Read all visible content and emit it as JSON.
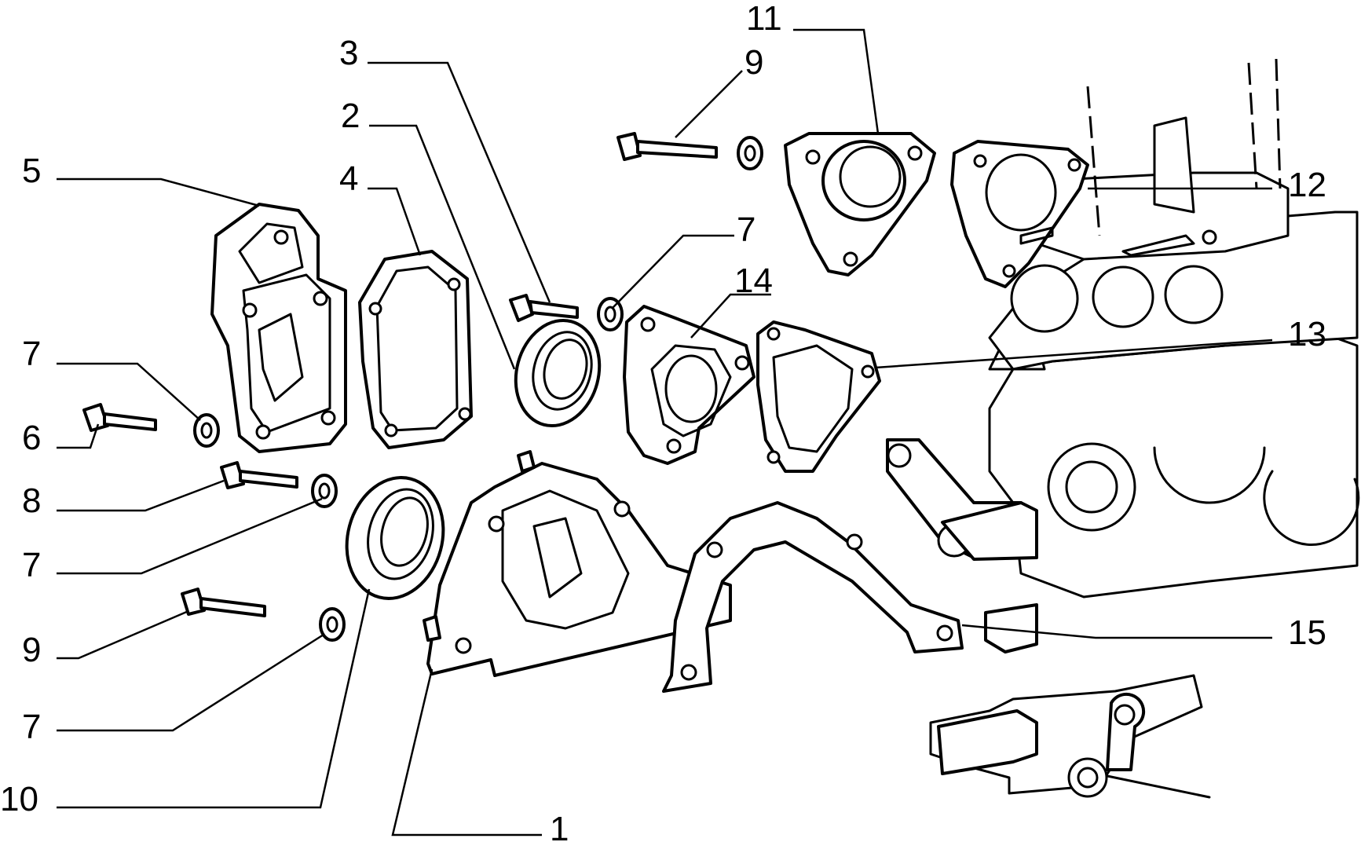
{
  "callouts": [
    {
      "id": "c1",
      "label": "1"
    },
    {
      "id": "c2",
      "label": "2"
    },
    {
      "id": "c3",
      "label": "3"
    },
    {
      "id": "c4",
      "label": "4"
    },
    {
      "id": "c5",
      "label": "5"
    },
    {
      "id": "c6",
      "label": "6"
    },
    {
      "id": "c7a",
      "label": "7"
    },
    {
      "id": "c7b",
      "label": "7"
    },
    {
      "id": "c7c",
      "label": "7"
    },
    {
      "id": "c7d",
      "label": "7"
    },
    {
      "id": "c8",
      "label": "8"
    },
    {
      "id": "c9a",
      "label": "9"
    },
    {
      "id": "c9b",
      "label": "9"
    },
    {
      "id": "c10",
      "label": "10"
    },
    {
      "id": "c11",
      "label": "11"
    },
    {
      "id": "c12",
      "label": "12"
    },
    {
      "id": "c13",
      "label": "13"
    },
    {
      "id": "c14",
      "label": "14"
    },
    {
      "id": "c15",
      "label": "15"
    }
  ]
}
